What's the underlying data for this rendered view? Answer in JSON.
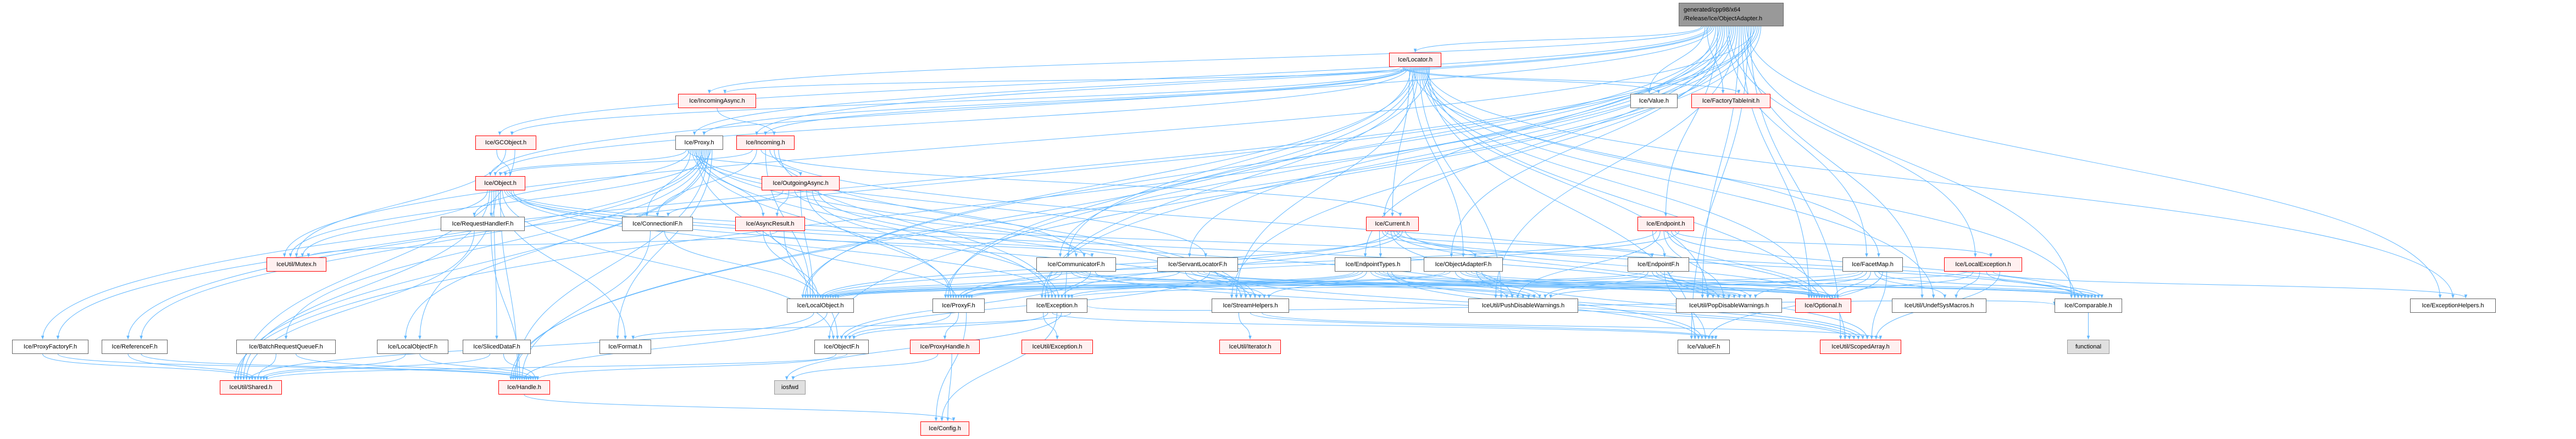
{
  "colors": {
    "edge": "#63b8ff",
    "red_border": "#ff0000",
    "red_fill": "#fff0f0",
    "main_fill": "#999999",
    "sys_fill": "#e0e0e0"
  },
  "nodes": [
    {
      "label": "generated/cpp98/x64\n/Release/Ice/ObjectAdapter.h",
      "kind": "main"
    },
    {
      "label": "Ice/Locator.h",
      "kind": "red"
    },
    {
      "label": "Ice/IncomingAsync.h",
      "kind": "red"
    },
    {
      "label": "Ice/Value.h",
      "kind": "normal"
    },
    {
      "label": "Ice/FactoryTableInit.h",
      "kind": "red"
    },
    {
      "label": "Ice/GCObject.h",
      "kind": "red"
    },
    {
      "label": "Ice/Proxy.h",
      "kind": "normal"
    },
    {
      "label": "Ice/Incoming.h",
      "kind": "red"
    },
    {
      "label": "Ice/Object.h",
      "kind": "red"
    },
    {
      "label": "Ice/OutgoingAsync.h",
      "kind": "red"
    },
    {
      "label": "Ice/RequestHandlerF.h",
      "kind": "normal"
    },
    {
      "label": "Ice/ConnectionIF.h",
      "kind": "normal"
    },
    {
      "label": "Ice/AsyncResult.h",
      "kind": "red"
    },
    {
      "label": "Ice/Current.h",
      "kind": "red"
    },
    {
      "label": "Ice/Endpoint.h",
      "kind": "red"
    },
    {
      "label": "IceUtil/Mutex.h",
      "kind": "red"
    },
    {
      "label": "Ice/CommunicatorF.h",
      "kind": "normal"
    },
    {
      "label": "Ice/ServantLocatorF.h",
      "kind": "normal"
    },
    {
      "label": "Ice/EndpointTypes.h",
      "kind": "normal"
    },
    {
      "label": "Ice/ObjectAdapterF.h",
      "kind": "normal"
    },
    {
      "label": "Ice/EndpointF.h",
      "kind": "normal"
    },
    {
      "label": "Ice/FacetMap.h",
      "kind": "normal"
    },
    {
      "label": "Ice/LocalException.h",
      "kind": "red"
    },
    {
      "label": "Ice/LocalObject.h",
      "kind": "normal"
    },
    {
      "label": "Ice/ProxyF.h",
      "kind": "normal"
    },
    {
      "label": "Ice/Exception.h",
      "kind": "normal"
    },
    {
      "label": "Ice/StreamHelpers.h",
      "kind": "normal"
    },
    {
      "label": "IceUtil/PushDisableWarnings.h",
      "kind": "normal"
    },
    {
      "label": "IceUtil/PopDisableWarnings.h",
      "kind": "normal"
    },
    {
      "label": "Ice/Optional.h",
      "kind": "red"
    },
    {
      "label": "IceUtil/UndefSysMacros.h",
      "kind": "normal"
    },
    {
      "label": "Ice/Comparable.h",
      "kind": "normal"
    },
    {
      "label": "Ice/ExceptionHelpers.h",
      "kind": "normal"
    },
    {
      "label": "Ice/ProxyFactoryF.h",
      "kind": "normal"
    },
    {
      "label": "Ice/ReferenceF.h",
      "kind": "normal"
    },
    {
      "label": "Ice/BatchRequestQueueF.h",
      "kind": "normal"
    },
    {
      "label": "Ice/LocalObjectF.h",
      "kind": "normal"
    },
    {
      "label": "Ice/SlicedDataF.h",
      "kind": "normal"
    },
    {
      "label": "Ice/Format.h",
      "kind": "normal"
    },
    {
      "label": "Ice/ObjectF.h",
      "kind": "normal"
    },
    {
      "label": "Ice/ProxyHandle.h",
      "kind": "red"
    },
    {
      "label": "IceUtil/Exception.h",
      "kind": "red"
    },
    {
      "label": "IceUtil/Iterator.h",
      "kind": "red"
    },
    {
      "label": "Ice/ValueF.h",
      "kind": "normal"
    },
    {
      "label": "IceUtil/ScopedArray.h",
      "kind": "red"
    },
    {
      "label": "functional",
      "kind": "sys"
    },
    {
      "label": "IceUtil/Shared.h",
      "kind": "red"
    },
    {
      "label": "Ice/Handle.h",
      "kind": "red"
    },
    {
      "label": "iosfwd",
      "kind": "sys"
    },
    {
      "label": "Ice/Config.h",
      "kind": "red"
    }
  ],
  "edges": [
    [
      0,
      1
    ],
    [
      0,
      2
    ],
    [
      0,
      3
    ],
    [
      0,
      4
    ],
    [
      0,
      5
    ],
    [
      0,
      6
    ],
    [
      0,
      7
    ],
    [
      0,
      8
    ],
    [
      0,
      13
    ],
    [
      0,
      14
    ],
    [
      0,
      16
    ],
    [
      0,
      17
    ],
    [
      0,
      18
    ],
    [
      0,
      19
    ],
    [
      0,
      21
    ],
    [
      0,
      22
    ],
    [
      0,
      23
    ],
    [
      0,
      24
    ],
    [
      0,
      25
    ],
    [
      0,
      26
    ],
    [
      0,
      27
    ],
    [
      0,
      28
    ],
    [
      0,
      29
    ],
    [
      0,
      30
    ],
    [
      0,
      31
    ],
    [
      0,
      32
    ],
    [
      0,
      43
    ],
    [
      0,
      44
    ],
    [
      0,
      46
    ],
    [
      0,
      47
    ],
    [
      0,
      15
    ],
    [
      0,
      33
    ],
    [
      0,
      34
    ],
    [
      0,
      39
    ],
    [
      1,
      2
    ],
    [
      1,
      3
    ],
    [
      1,
      4
    ],
    [
      1,
      5
    ],
    [
      1,
      6
    ],
    [
      1,
      7
    ],
    [
      1,
      8
    ],
    [
      1,
      13
    ],
    [
      1,
      16
    ],
    [
      1,
      19
    ],
    [
      1,
      21
    ],
    [
      1,
      23
    ],
    [
      1,
      24
    ],
    [
      1,
      25
    ],
    [
      1,
      26
    ],
    [
      1,
      27
    ],
    [
      1,
      28
    ],
    [
      1,
      29
    ],
    [
      1,
      30
    ],
    [
      1,
      31
    ],
    [
      1,
      32
    ],
    [
      1,
      43
    ],
    [
      1,
      44
    ],
    [
      1,
      47
    ],
    [
      2,
      7
    ],
    [
      6,
      8
    ],
    [
      6,
      9
    ],
    [
      6,
      10
    ],
    [
      6,
      11
    ],
    [
      6,
      12
    ],
    [
      6,
      16
    ],
    [
      6,
      17
    ],
    [
      6,
      23
    ],
    [
      6,
      24
    ],
    [
      6,
      25
    ],
    [
      6,
      26
    ],
    [
      6,
      33
    ],
    [
      6,
      34
    ],
    [
      6,
      35
    ],
    [
      6,
      36
    ],
    [
      6,
      47
    ],
    [
      6,
      46
    ],
    [
      6,
      15
    ],
    [
      6,
      38
    ],
    [
      7,
      8
    ],
    [
      7,
      11
    ],
    [
      7,
      13
    ],
    [
      7,
      23
    ],
    [
      7,
      29
    ],
    [
      7,
      26
    ],
    [
      7,
      25
    ],
    [
      5,
      8
    ],
    [
      5,
      15
    ],
    [
      5,
      46
    ],
    [
      8,
      15
    ],
    [
      8,
      46
    ],
    [
      8,
      10
    ],
    [
      8,
      37
    ],
    [
      8,
      36
    ],
    [
      8,
      38
    ],
    [
      8,
      47
    ],
    [
      8,
      39
    ],
    [
      8,
      27
    ],
    [
      8,
      28
    ],
    [
      8,
      31
    ],
    [
      8,
      25
    ],
    [
      8,
      26
    ],
    [
      9,
      11
    ],
    [
      9,
      12
    ],
    [
      9,
      16
    ],
    [
      9,
      23
    ],
    [
      9,
      24
    ],
    [
      9,
      25
    ],
    [
      9,
      26
    ],
    [
      10,
      46
    ],
    [
      10,
      47
    ],
    [
      11,
      47
    ],
    [
      11,
      23
    ],
    [
      12,
      16
    ],
    [
      12,
      23
    ],
    [
      12,
      24
    ],
    [
      12,
      15
    ],
    [
      12,
      39
    ],
    [
      13,
      18
    ],
    [
      13,
      19
    ],
    [
      13,
      20
    ],
    [
      13,
      24
    ],
    [
      13,
      27
    ],
    [
      13,
      28
    ],
    [
      13,
      31
    ],
    [
      13,
      23
    ],
    [
      13,
      25
    ],
    [
      13,
      29
    ],
    [
      14,
      20
    ],
    [
      14,
      23
    ],
    [
      14,
      27
    ],
    [
      14,
      28
    ],
    [
      14,
      29
    ],
    [
      14,
      31
    ],
    [
      14,
      22
    ],
    [
      14,
      24
    ],
    [
      16,
      23
    ],
    [
      16,
      24
    ],
    [
      16,
      25
    ],
    [
      16,
      26
    ],
    [
      16,
      27
    ],
    [
      16,
      28
    ],
    [
      16,
      29
    ],
    [
      16,
      39
    ],
    [
      16,
      44
    ],
    [
      17,
      23
    ],
    [
      17,
      26
    ],
    [
      17,
      27
    ],
    [
      17,
      28
    ],
    [
      17,
      29
    ],
    [
      17,
      39
    ],
    [
      17,
      44
    ],
    [
      18,
      23
    ],
    [
      18,
      24
    ],
    [
      18,
      25
    ],
    [
      18,
      26
    ],
    [
      18,
      27
    ],
    [
      18,
      28
    ],
    [
      18,
      29
    ],
    [
      18,
      31
    ],
    [
      18,
      43
    ],
    [
      18,
      44
    ],
    [
      19,
      23
    ],
    [
      19,
      24
    ],
    [
      19,
      27
    ],
    [
      19,
      28
    ],
    [
      19,
      29
    ],
    [
      19,
      31
    ],
    [
      19,
      43
    ],
    [
      19,
      44
    ],
    [
      20,
      23
    ],
    [
      20,
      27
    ],
    [
      20,
      28
    ],
    [
      20,
      29
    ],
    [
      20,
      31
    ],
    [
      20,
      43
    ],
    [
      20,
      44
    ],
    [
      20,
      24
    ],
    [
      21,
      23
    ],
    [
      21,
      27
    ],
    [
      21,
      28
    ],
    [
      21,
      29
    ],
    [
      21,
      30
    ],
    [
      21,
      31
    ],
    [
      21,
      43
    ],
    [
      21,
      44
    ],
    [
      22,
      25
    ],
    [
      22,
      29
    ],
    [
      22,
      30
    ],
    [
      22,
      31
    ],
    [
      22,
      32
    ],
    [
      22,
      44
    ],
    [
      23,
      46
    ],
    [
      23,
      47
    ],
    [
      24,
      39
    ],
    [
      24,
      40
    ],
    [
      24,
      49
    ],
    [
      25,
      41
    ],
    [
      25,
      39
    ],
    [
      25,
      43
    ],
    [
      25,
      49
    ],
    [
      25,
      48
    ],
    [
      25,
      31
    ],
    [
      25,
      38
    ],
    [
      26,
      42
    ],
    [
      26,
      43
    ],
    [
      26,
      44
    ],
    [
      40,
      48
    ],
    [
      40,
      49
    ],
    [
      33,
      46
    ],
    [
      33,
      47
    ],
    [
      34,
      46
    ],
    [
      34,
      47
    ],
    [
      35,
      46
    ],
    [
      35,
      47
    ],
    [
      36,
      46
    ],
    [
      36,
      47
    ],
    [
      37,
      46
    ],
    [
      37,
      47
    ],
    [
      39,
      47
    ],
    [
      39,
      46
    ],
    [
      47,
      49
    ],
    [
      31,
      45
    ]
  ]
}
